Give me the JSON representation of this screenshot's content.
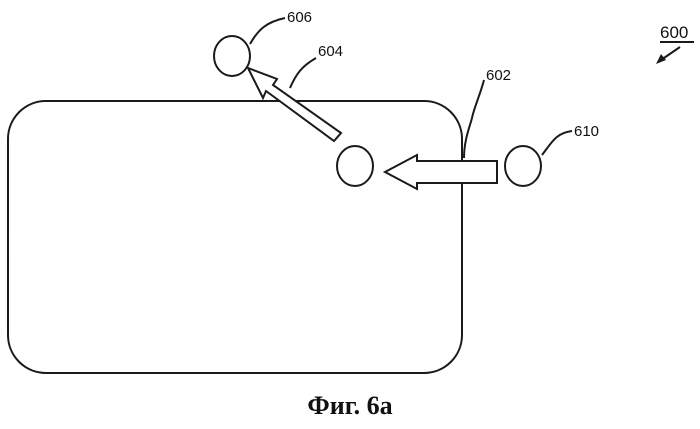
{
  "figure": {
    "figure_number": "600",
    "caption": "Фиг. 6а",
    "labels": {
      "screen_area": "602",
      "moved_path": "604",
      "object_final": "606",
      "object_initial": "610"
    },
    "colors": {
      "ink": "#1a1a1a",
      "background": "#ffffff"
    }
  }
}
